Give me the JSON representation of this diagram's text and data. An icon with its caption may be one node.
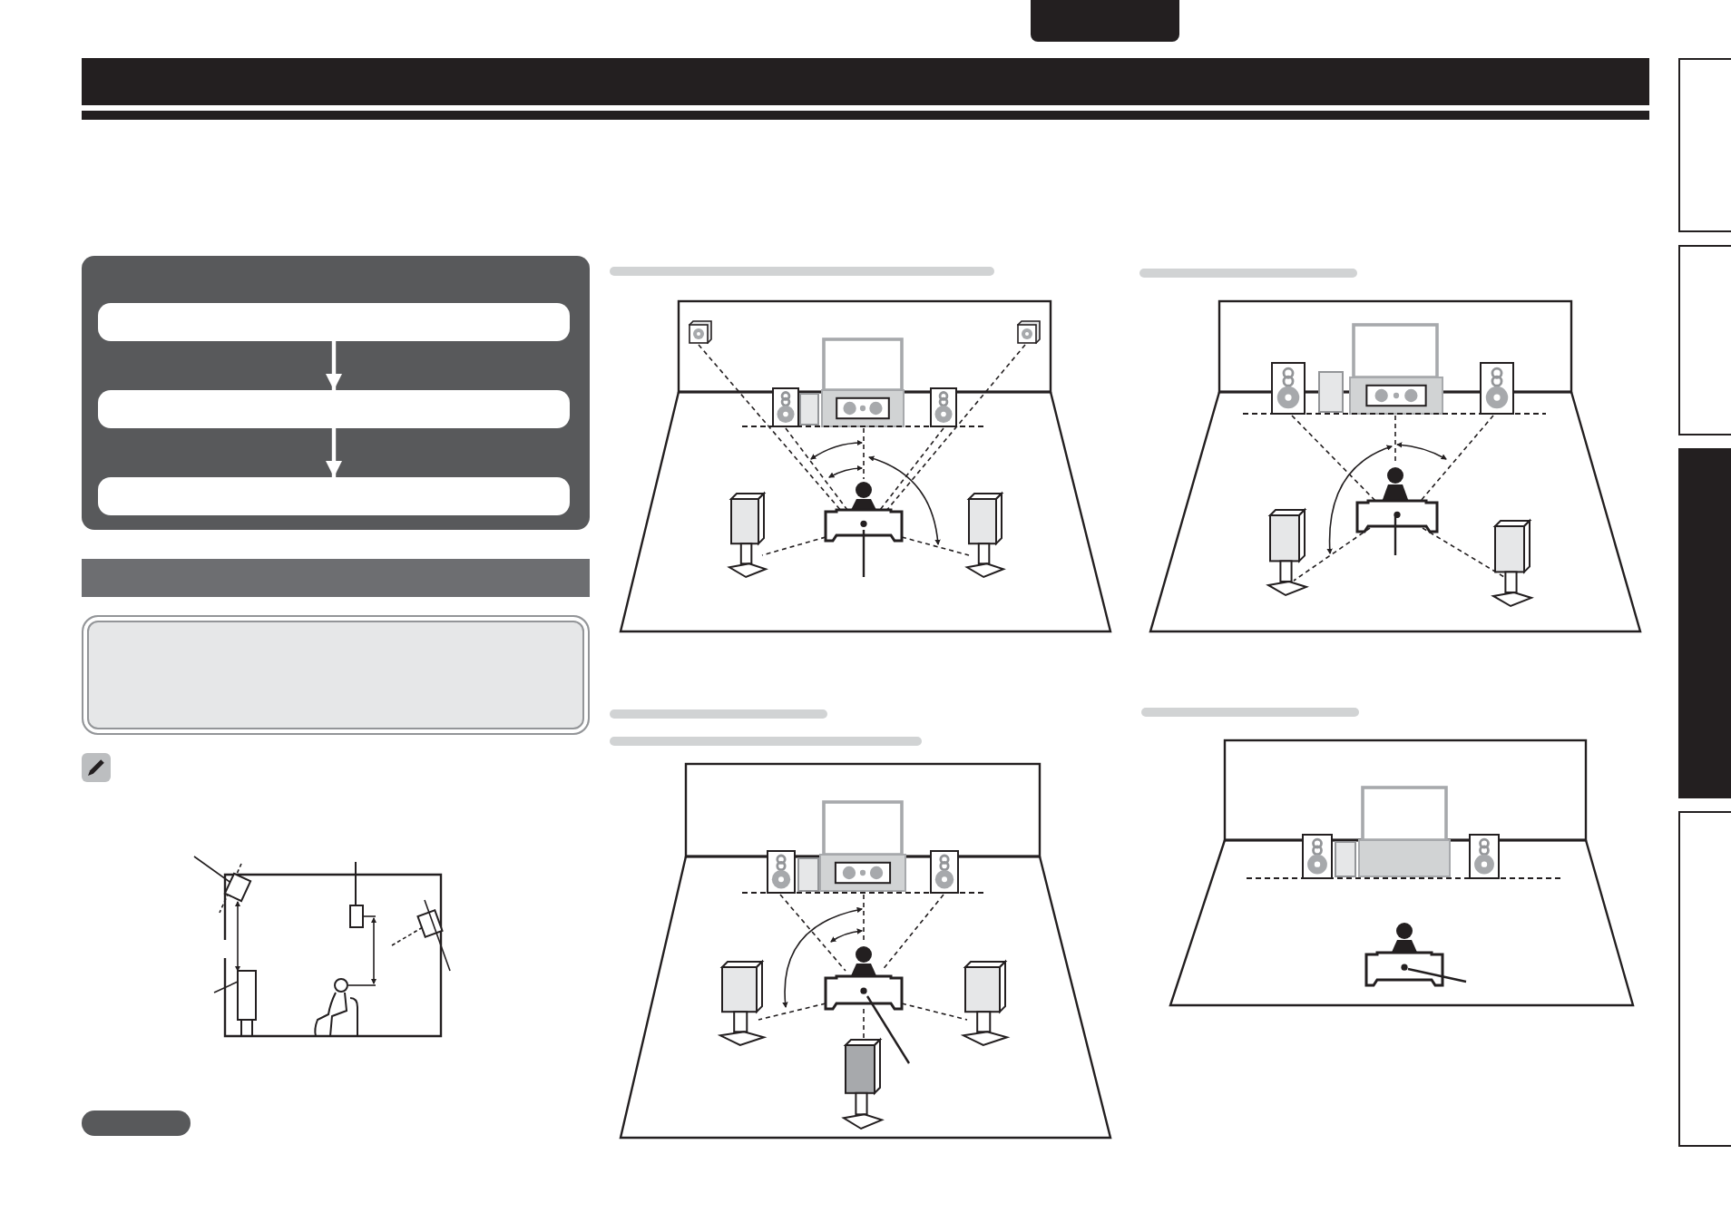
{
  "diagram": {
    "nodes": [
      {
        "text": [],
        "shape": "bar"
      },
      {
        "text": [],
        "shape": "box"
      },
      {
        "text": [],
        "shape": "box",
        "in": 1
      },
      {
        "text": [],
        "shape": "box",
        "in": 1
      },
      {
        "text": [],
        "shape": "box",
        "in": 1
      },
      {
        "text": [],
        "shape": "bar"
      },
      {
        "text": [],
        "shape": "box"
      },
      {
        "text": [],
        "shape": "box"
      },
      {
        "text": [],
        "shape": "box"
      },
      {
        "text": [],
        "shape": "box"
      },
      {
        "text": [],
        "shape": "box"
      }
    ],
    "edges": [
      {
        "from": 2,
        "to": 3,
        "arrow": "to"
      },
      {
        "from": 3,
        "to": 4,
        "arrow": "to"
      }
    ]
  }
}
